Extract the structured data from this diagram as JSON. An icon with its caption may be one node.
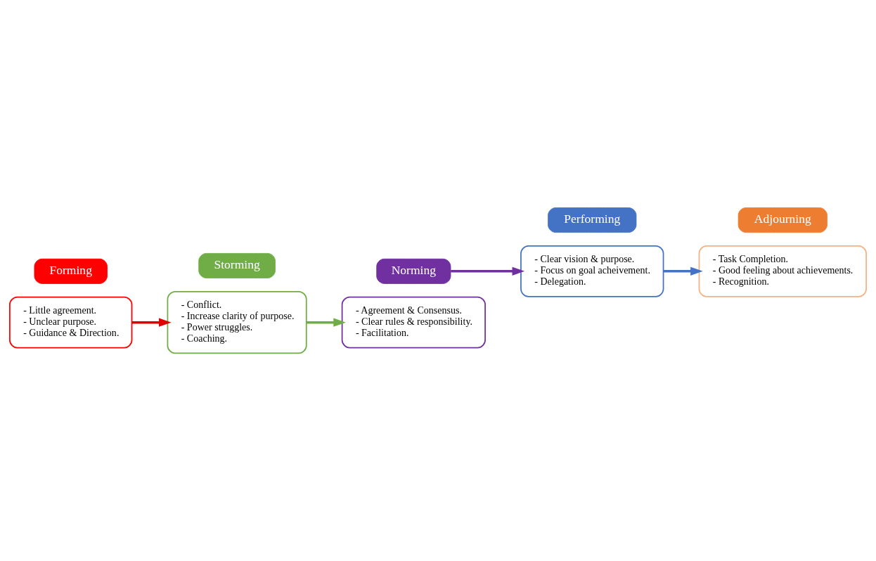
{
  "diagram": {
    "nodes": [
      {
        "text": [
          "- Little agreement.",
          "- Unclear purpose.",
          "- Guidance & Direction."
        ]
      },
      {
        "text": [
          "Forming"
        ]
      },
      {
        "text": [
          "Storming"
        ]
      },
      {
        "text": [
          "- Conflict.",
          "- Increase clarity of purpose.",
          "- Power struggles.",
          "- Coaching."
        ]
      },
      {
        "text": [
          "- Agreement & Consensus.",
          "- Clear rules & responsibility.",
          "- Facilitation."
        ]
      },
      {
        "text": [
          "Norming"
        ]
      },
      {
        "text": [
          "- Clear vision & purpose.",
          "- Focus on goal acheivement.",
          "- Delegation."
        ]
      },
      {
        "text": [
          "Performing"
        ]
      },
      {
        "text": [
          "- Task Completion.",
          "- Good feeling about achievements.",
          "- Recognition."
        ]
      },
      {
        "text": [
          "Adjourning"
        ]
      }
    ],
    "edges": [
      {
        "from": 0,
        "to": 3,
        "arrow": "to",
        "color": "#e00000"
      },
      {
        "from": 3,
        "to": 4,
        "arrow": "to",
        "color": "#70ad47"
      },
      {
        "from": 5,
        "to": 6,
        "arrow": "to",
        "color": "#7030a0"
      },
      {
        "from": 6,
        "to": 8,
        "arrow": "to",
        "color": "#4472c4"
      }
    ]
  }
}
